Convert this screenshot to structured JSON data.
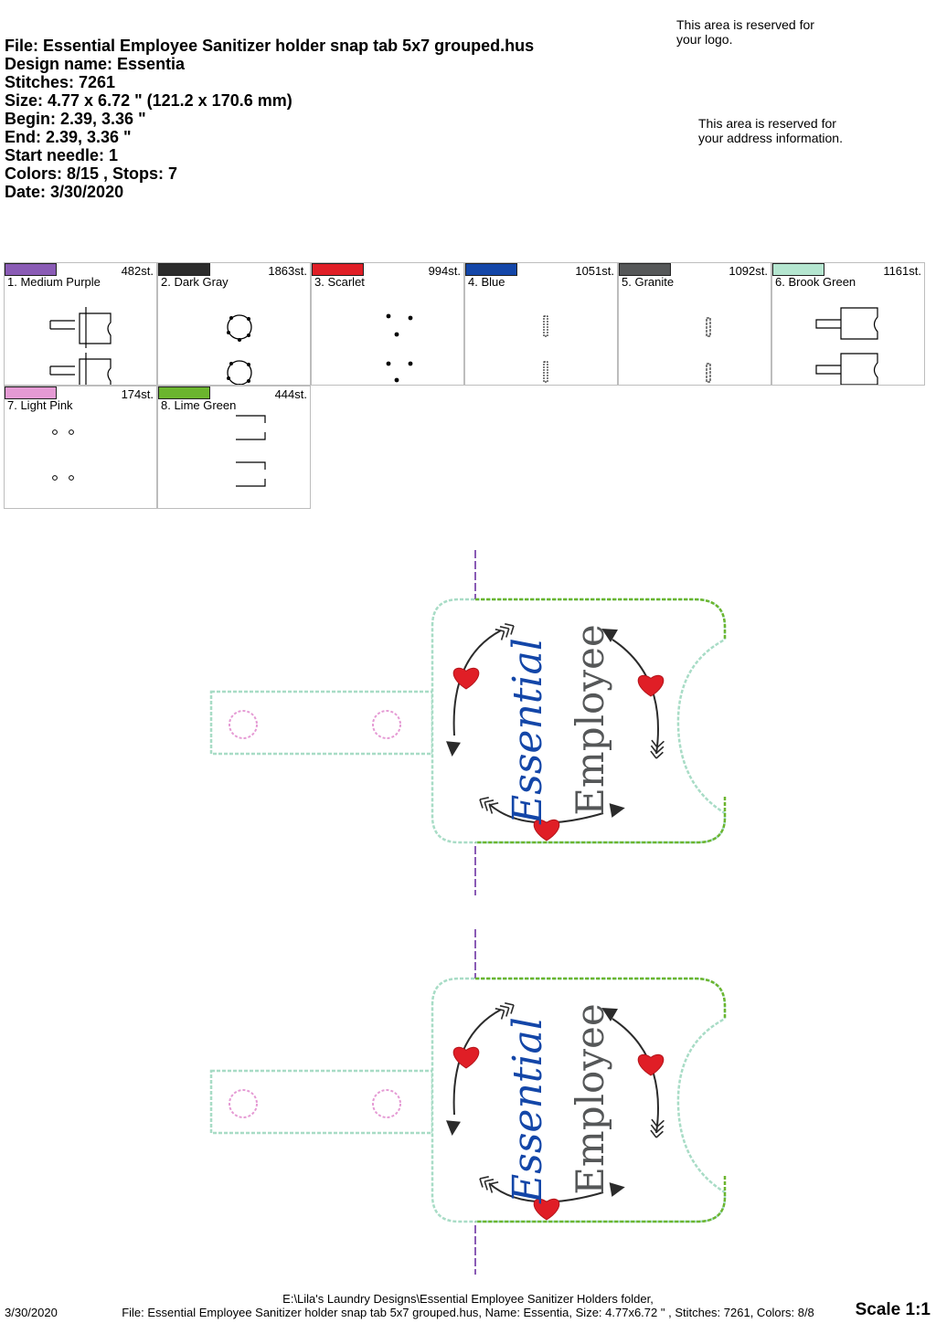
{
  "header": {
    "file": "File: Essential Employee Sanitizer holder snap tab 5x7 grouped.hus",
    "design_name": "Design name: Essentia",
    "stitches": "Stitches: 7261",
    "size": "Size: 4.77 x 6.72 \" (121.2 x 170.6 mm)",
    "begin": "Begin: 2.39, 3.36 \"",
    "end": "End: 2.39, 3.36 \"",
    "start_needle": "Start needle: 1",
    "colors": "Colors: 8/15 , Stops: 7",
    "date": "Date: 3/30/2020"
  },
  "reserved": {
    "logo_line1": "This area is reserved for",
    "logo_line2": "your logo.",
    "address_line1": "This area is reserved for",
    "address_line2": "your address information."
  },
  "color_stops": [
    {
      "name": "1. Medium Purple",
      "stitches": "482st.",
      "color": "#8a5bb5",
      "icon": "tab-outline-icon"
    },
    {
      "name": "2. Dark Gray",
      "stitches": "1863st.",
      "color": "#2b2b2b",
      "icon": "arrow-wreath-icon"
    },
    {
      "name": "3. Scarlet",
      "stitches": "994st.",
      "color": "#e01e26",
      "icon": "heart-dots-icon"
    },
    {
      "name": "4. Blue",
      "stitches": "1051st.",
      "color": "#1346a8",
      "icon": "script-text-icon"
    },
    {
      "name": "5. Granite",
      "stitches": "1092st.",
      "color": "#555758",
      "icon": "serif-text-icon"
    },
    {
      "name": "6. Brook Green",
      "stitches": "1161st.",
      "color": "#b5e6d0",
      "icon": "holder-outline-icon"
    },
    {
      "name": "7. Light Pink",
      "stitches": "174st.",
      "color": "#e59ad4",
      "icon": "snap-circles-icon"
    },
    {
      "name": "8. Lime Green",
      "stitches": "444st.",
      "color": "#6bb52e",
      "icon": "edge-lines-icon"
    }
  ],
  "preview": {
    "word_script": "Essential",
    "word_serif": "Employee",
    "colors": {
      "purple": "#8a5bb5",
      "gray": "#2b2b2b",
      "scarlet": "#e01e26",
      "blue": "#1346a8",
      "granite": "#555758",
      "brook": "#a8dcc6",
      "pink": "#e59ad4",
      "lime": "#6bb52e"
    }
  },
  "footer": {
    "path_line1": "E:\\Lila's Laundry Designs\\Essential Employee Sanitizer Holders folder,",
    "path_line2": "File: Essential Employee Sanitizer holder snap tab 5x7 grouped.hus, Name: Essentia, Size: 4.77x6.72 \" , Stitches: 7261, Colors: 8/8",
    "date": "3/30/2020",
    "scale": "Scale 1:1"
  }
}
